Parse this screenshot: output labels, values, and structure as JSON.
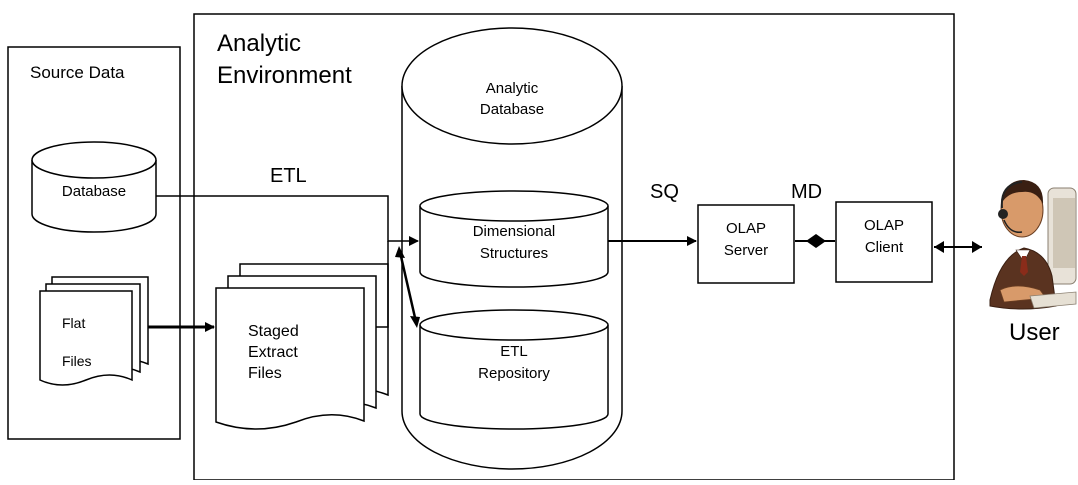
{
  "source_panel": {
    "title": "Source Data"
  },
  "database": {
    "label": "Database"
  },
  "flat_files": {
    "line1": "Flat",
    "line2": "Files"
  },
  "analytic_panel": {
    "title_line1": "Analytic",
    "title_line2": "Environment"
  },
  "staged_files": {
    "line1": "Staged",
    "line2": "Extract",
    "line3": "Files"
  },
  "analytic_db": {
    "line1": "Analytic",
    "line2": "Database"
  },
  "dimensional": {
    "line1": "Dimensional",
    "line2": "Structures"
  },
  "etl_repo": {
    "line1": "ETL",
    "line2": "Repository"
  },
  "labels": {
    "etl": "ETL",
    "sq": "SQ",
    "md": "MD"
  },
  "olap_server": {
    "line1": "OLAP",
    "line2": "Server"
  },
  "olap_client": {
    "line1": "OLAP",
    "line2": "Client"
  },
  "user": {
    "label": "User",
    "icon": "user-at-computer-icon"
  }
}
